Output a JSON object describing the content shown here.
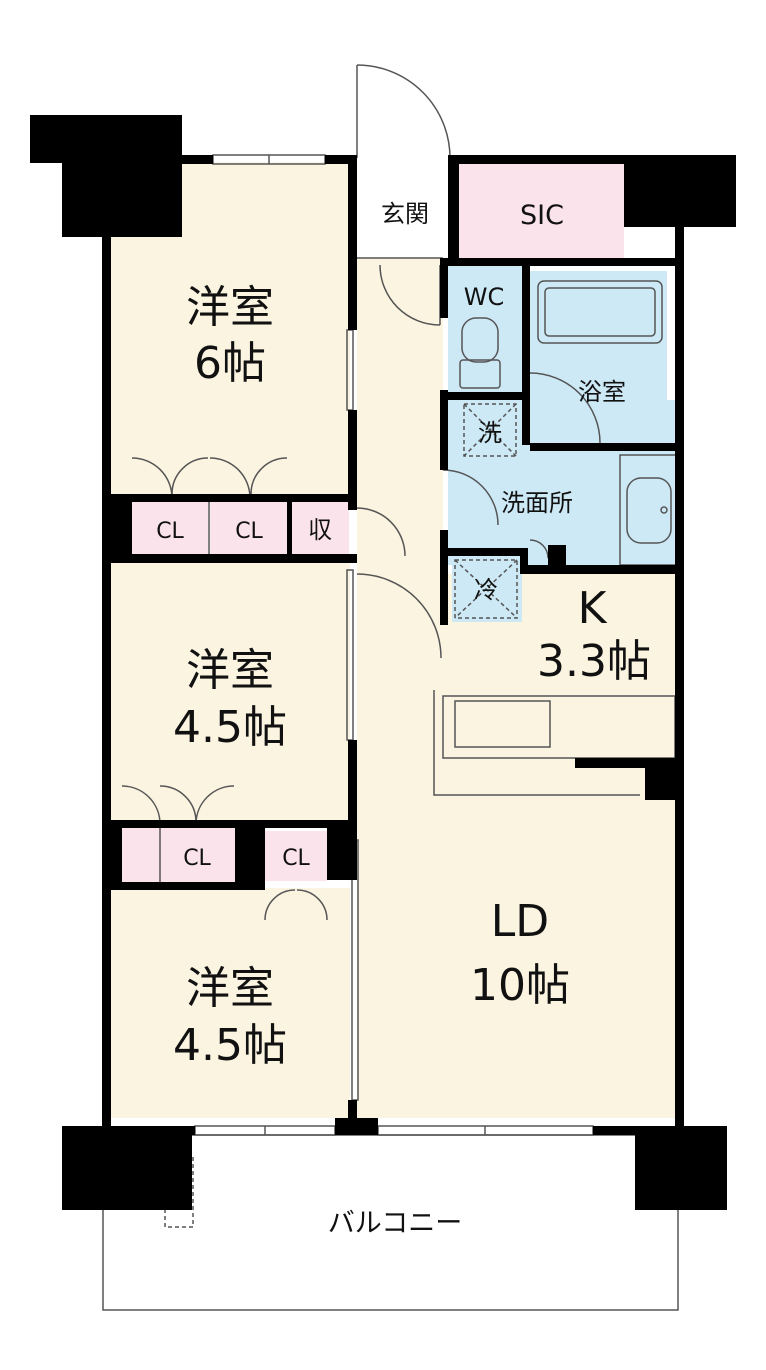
{
  "rooms": {
    "western_6": {
      "name": "洋室",
      "size": "6帖"
    },
    "western_45_middle": {
      "name": "洋室",
      "size": "4.5帖"
    },
    "western_45_bottom": {
      "name": "洋室",
      "size": "4.5帖"
    },
    "entrance": "玄関",
    "sic": "SIC",
    "wc": "WC",
    "bath": "浴室",
    "washroom": "洗面所",
    "washer": "洗",
    "fridge": "冷",
    "kitchen": {
      "name": "K",
      "size": "3.3帖"
    },
    "ld": {
      "name": "LD",
      "size": "10帖"
    },
    "storage": "収",
    "closet_1": "CL",
    "closet_2": "CL",
    "closet_3": "CL",
    "closet_4": "CL",
    "balcony": "バルコニー"
  },
  "colors": {
    "wall": "#000000",
    "room_floor": "#fbf4e1",
    "wet_area": "#cde9f6",
    "closet": "#fae3ea",
    "entrance_floor": "#ffffff",
    "line": "#555555"
  }
}
